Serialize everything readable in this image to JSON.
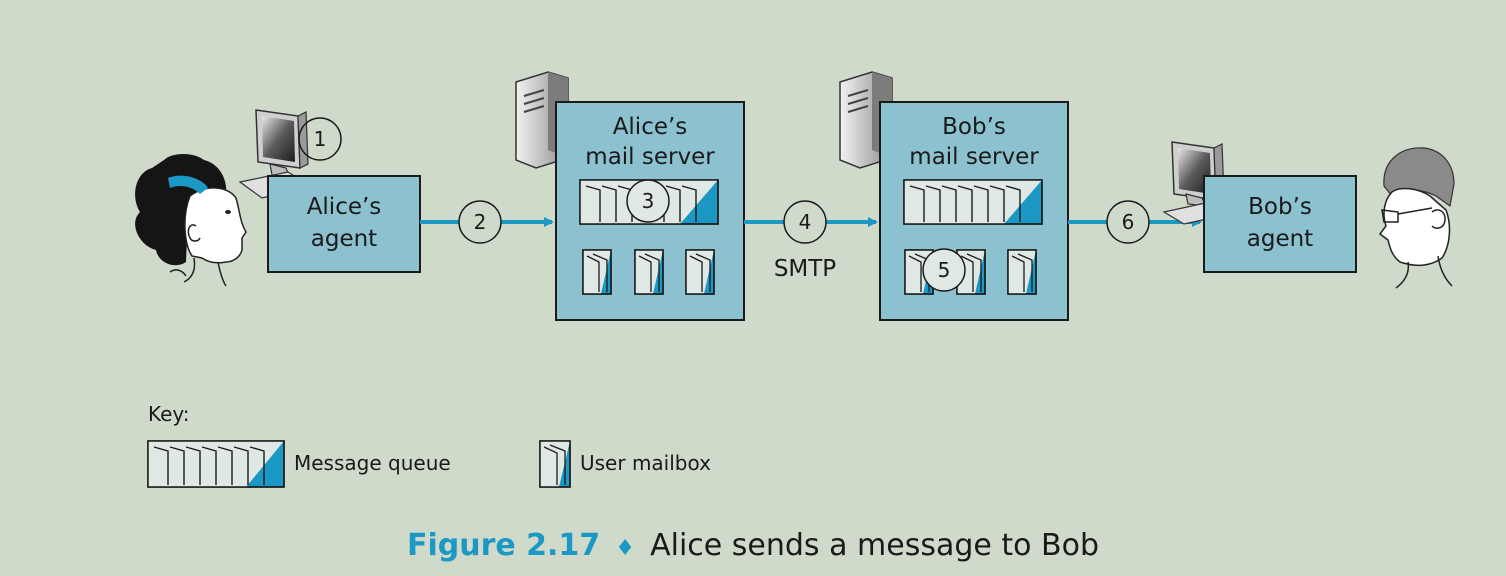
{
  "agents": {
    "alice_agent": [
      "Alice’s",
      "agent"
    ],
    "bob_agent": [
      "Bob’s",
      "agent"
    ]
  },
  "servers": {
    "alice_server": [
      "Alice’s",
      "mail server"
    ],
    "bob_server": [
      "Bob’s",
      "mail server"
    ]
  },
  "steps": [
    "1",
    "2",
    "3",
    "4",
    "5",
    "6"
  ],
  "protocol_label": "SMTP",
  "key": {
    "title": "Key:",
    "message_queue": "Message queue",
    "user_mailbox": "User mailbox"
  },
  "caption": {
    "figure": "Figure 2.17",
    "separator": "♦",
    "text": "Alice sends a message to Bob"
  },
  "colors": {
    "background": "#cfdacb",
    "box_fill": "#8cc2cf",
    "arrow": "#1b98c4",
    "caption_accent": "#1b98c4"
  },
  "icons": [
    "desktop-computer-icon",
    "server-tower-icon",
    "alice-person-icon",
    "bob-person-icon"
  ]
}
